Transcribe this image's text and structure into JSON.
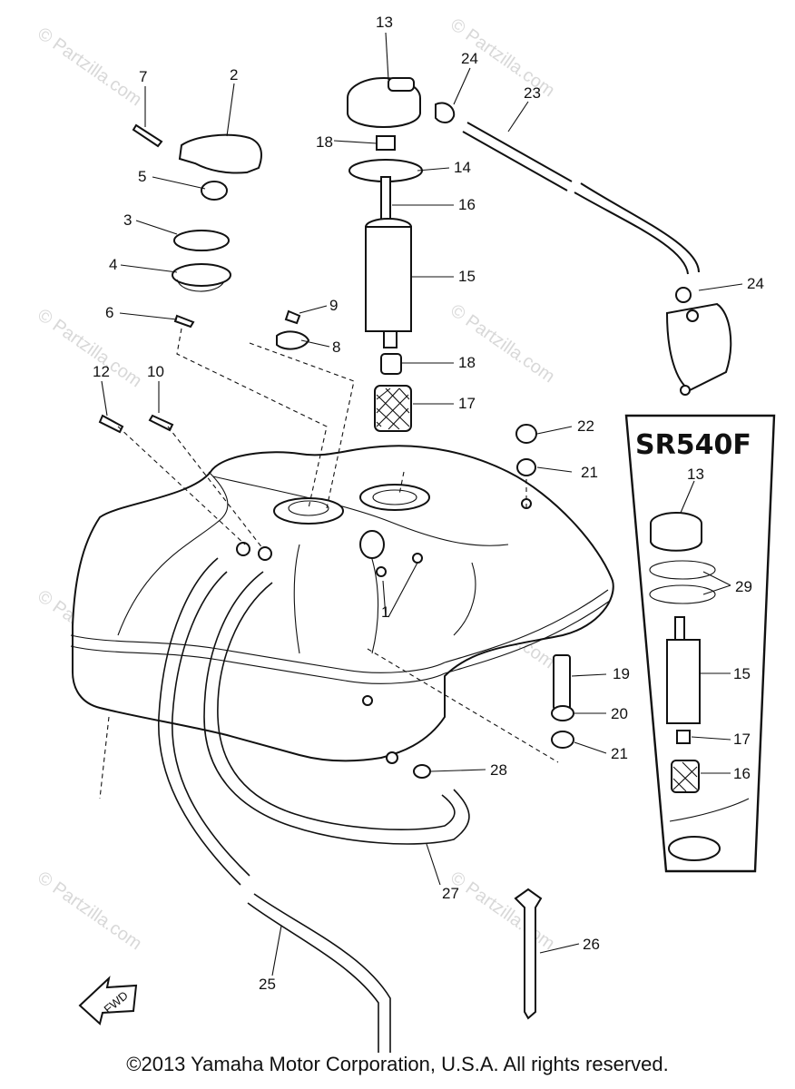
{
  "diagram": {
    "variant_label": "SR540F",
    "front_label": "FWD",
    "copyright": "©2013  Yamaha Motor Corporation, U.S.A. All rights reserved.",
    "watermark": "© Partzilla.com",
    "callouts": {
      "c1": "1",
      "c2": "2",
      "c3": "3",
      "c4": "4",
      "c5": "5",
      "c6": "6",
      "c7": "7",
      "c8": "8",
      "c9": "9",
      "c10": "10",
      "c12": "12",
      "c13": "13",
      "c14": "14",
      "c15": "15",
      "c16": "16",
      "c17": "17",
      "c18a": "18",
      "c18b": "18",
      "c19": "19",
      "c20": "20",
      "c21a": "21",
      "c21b": "21",
      "c22": "22",
      "c23": "23",
      "c24a": "24",
      "c24b": "24",
      "c25": "25",
      "c26": "26",
      "c27": "27",
      "c28": "28",
      "c29": "29",
      "v13": "13",
      "v15": "15",
      "v16": "16",
      "v17": "17"
    }
  }
}
